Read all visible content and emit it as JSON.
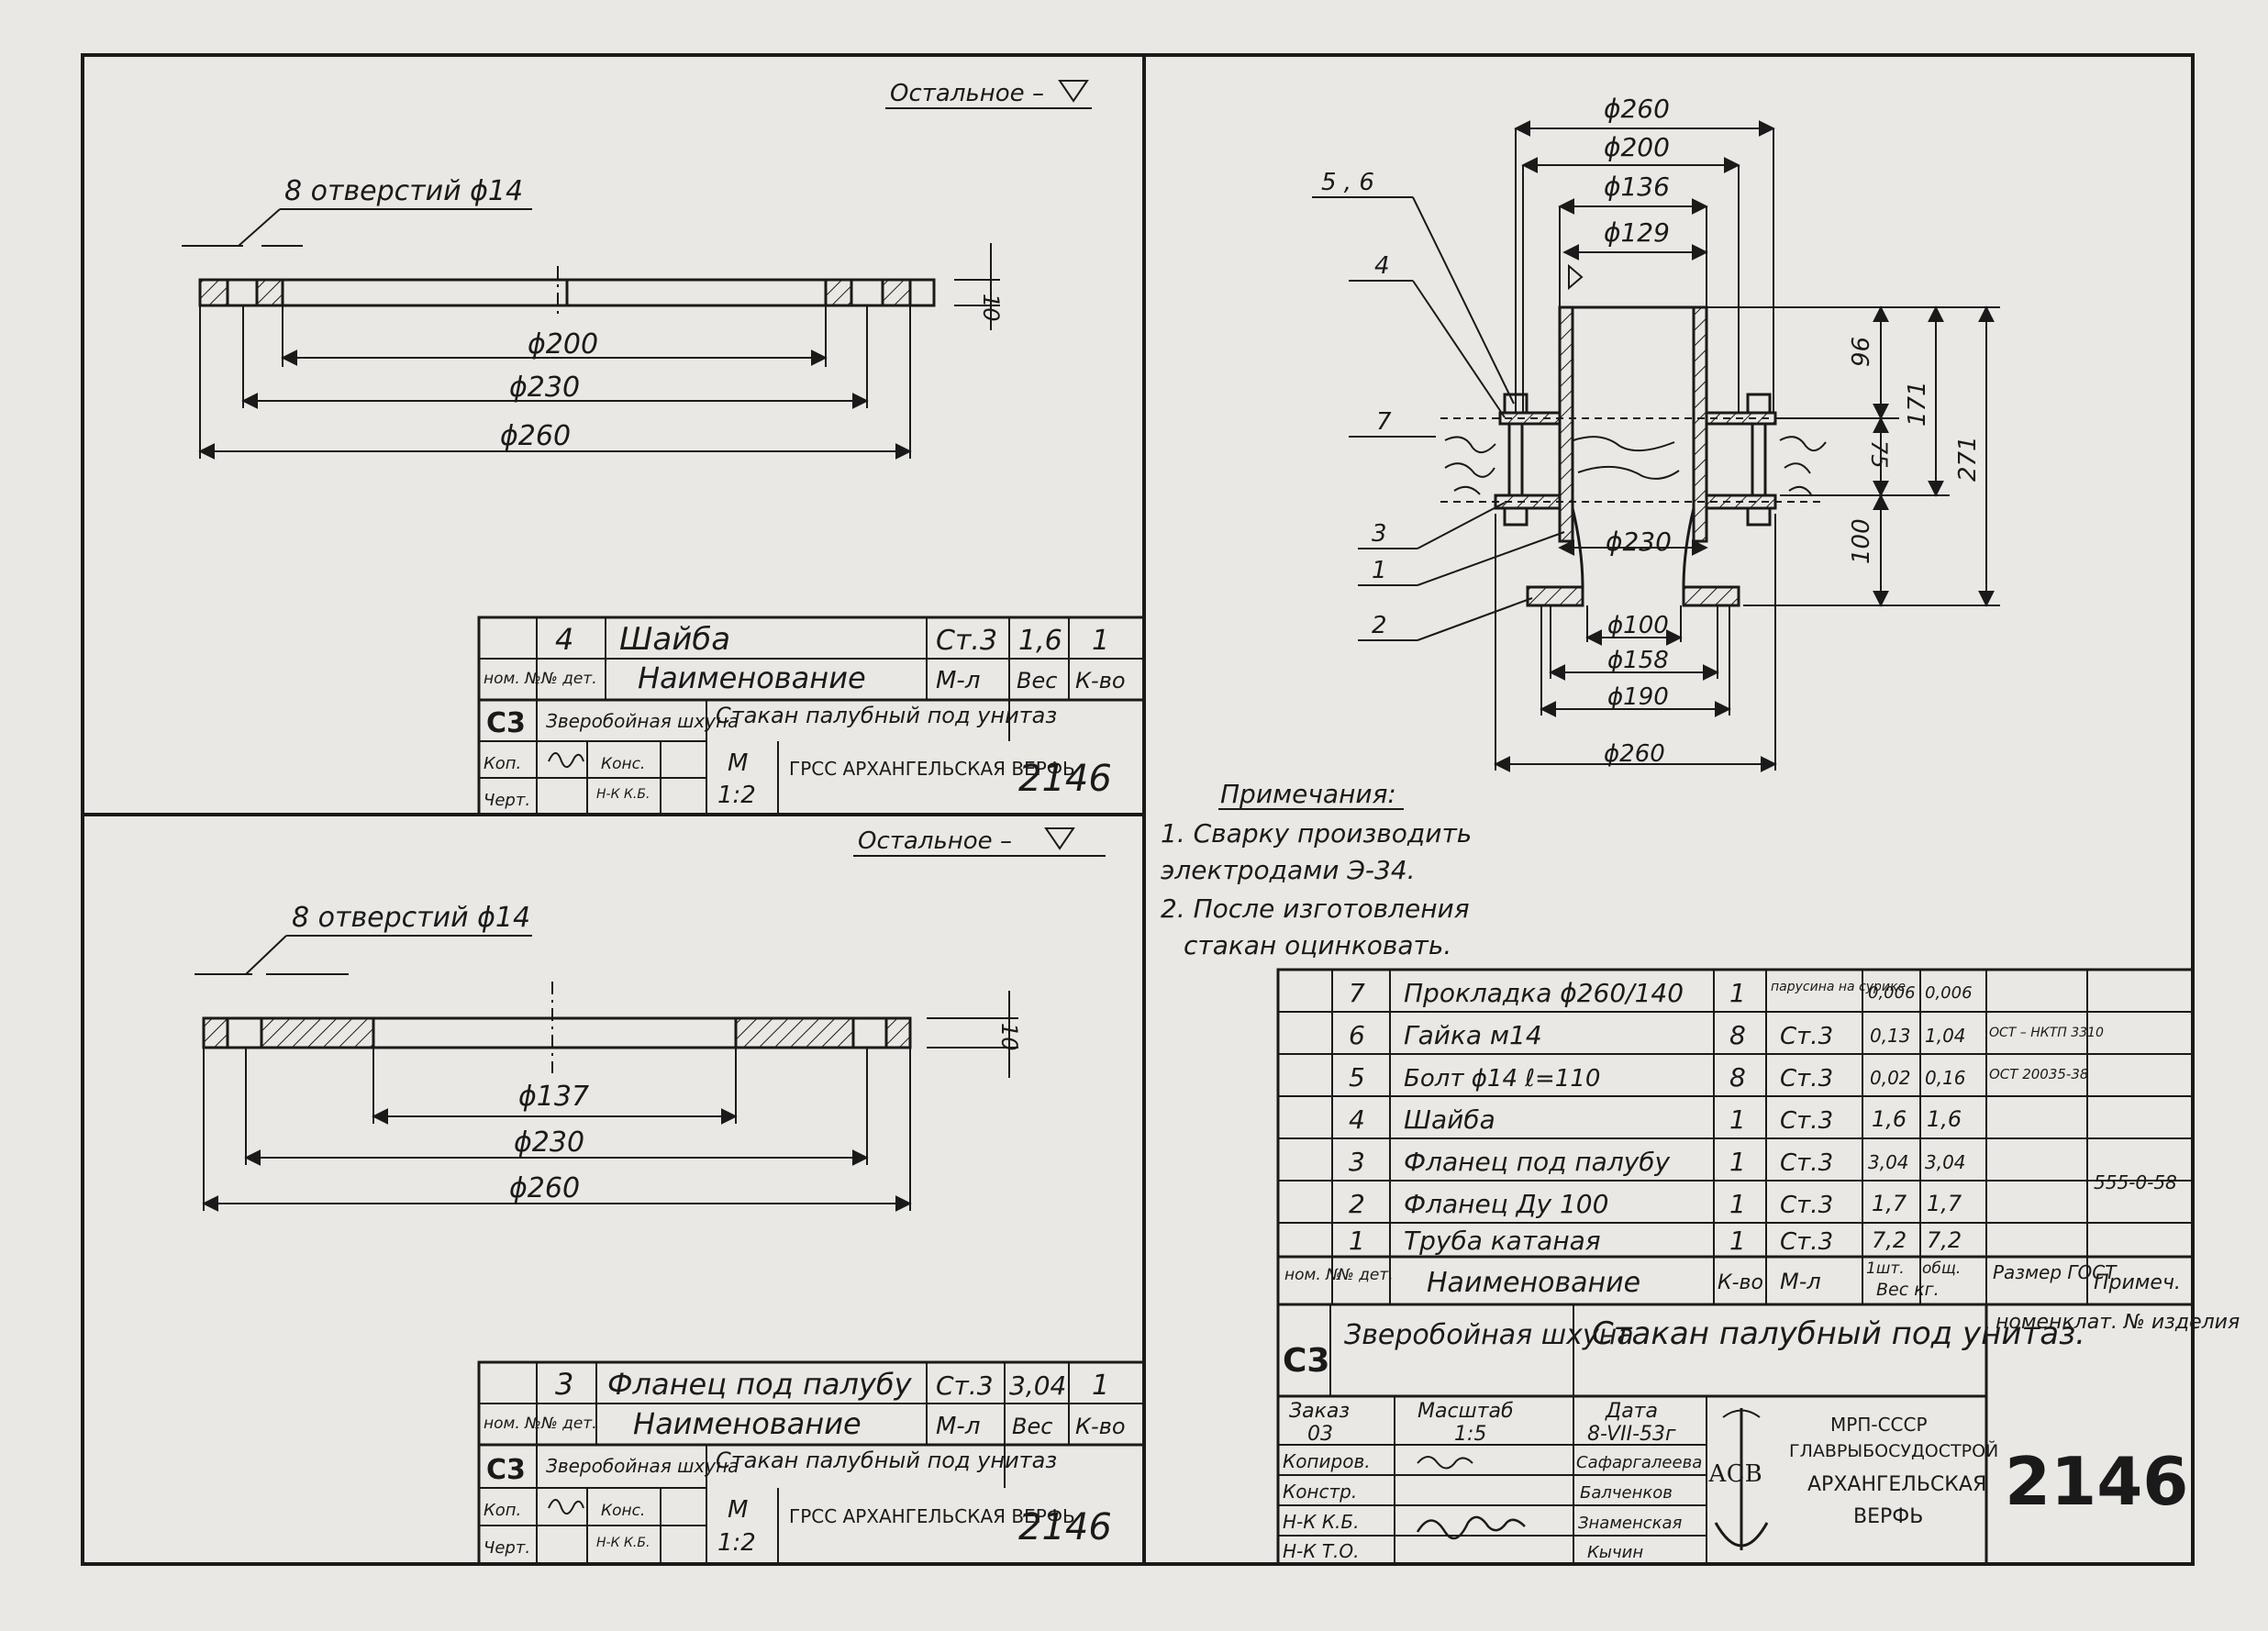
{
  "top_part": {
    "surface_note": "Остальное –",
    "holes": "8 отверстий ϕ14",
    "dims": [
      "ϕ200",
      "ϕ230",
      "ϕ260"
    ],
    "thickness": "10",
    "block": {
      "pos": "4",
      "name": "Шайба",
      "material": "Ст.3",
      "weight": "1,6",
      "qty": "1",
      "hdr_nom": "ном. №",
      "hdr_det": "№ дет.",
      "hdr_name": "Наименование",
      "hdr_mat": "М-л",
      "hdr_weight": "Вес",
      "hdr_qty": "К-во",
      "sheet": "С3",
      "vessel": "Зверобойная шхуна",
      "product": "Стакан палубный под унитаз",
      "kop": "Коп.",
      "chert": "Черт.",
      "kons": "Конс.",
      "nk": "Н-К К.Б.",
      "scale_m": "М",
      "scale": "1:2",
      "org": "ГРСС АРХАНГЕЛЬСКАЯ ВЕРФЬ",
      "number": "2146"
    }
  },
  "bottom_part": {
    "surface_note": "Остальное –",
    "holes": "8 отверстий ϕ14",
    "dims": [
      "ϕ137",
      "ϕ230",
      "ϕ260"
    ],
    "thickness": "10",
    "block": {
      "pos": "3",
      "name": "Фланец под палубу",
      "material": "Ст.3",
      "weight": "3,04",
      "qty": "1",
      "hdr_nom": "ном. №",
      "hdr_det": "№ дет.",
      "hdr_name": "Наименование",
      "hdr_mat": "М-л",
      "hdr_weight": "Вес",
      "hdr_qty": "К-во",
      "sheet": "С3",
      "vessel": "Зверобойная шхуна",
      "product": "Стакан палубный под унитаз",
      "kop": "Коп.",
      "chert": "Черт.",
      "kons": "Конс.",
      "nk": "Н-К К.Б.",
      "scale_m": "М",
      "scale": "1:2",
      "org": "ГРСС АРХАНГЕЛЬСКАЯ ВЕРФЬ",
      "number": "2146"
    }
  },
  "assembly": {
    "top_dims": [
      "ϕ260",
      "ϕ200",
      "ϕ136",
      "ϕ129"
    ],
    "mid_dim": "ϕ230",
    "bottom_dims": [
      "ϕ100",
      "ϕ158",
      "ϕ190",
      "ϕ260"
    ],
    "heights": [
      "96",
      "75",
      "100",
      "171",
      "271"
    ],
    "leaders": [
      "5 , 6",
      "4",
      "7",
      "3",
      "1",
      "2"
    ]
  },
  "notes": {
    "title": "Примечания:",
    "lines": [
      "1. Сварку производить",
      "электродами Э-34.",
      "2. После изготовления",
      "стакан оцинковать."
    ]
  },
  "spec": {
    "rows": [
      {
        "pos": "7",
        "name": "Прокладка ϕ260/140",
        "qty": "1",
        "mat": "парусина на сурике",
        "w1": "0,006",
        "w2": "0,006",
        "std": "",
        "note": ""
      },
      {
        "pos": "6",
        "name": "Гайка м14",
        "qty": "8",
        "mat": "Ст.3",
        "w1": "0,13",
        "w2": "1,04",
        "std": "ОСТ – НКТП 3310",
        "note": ""
      },
      {
        "pos": "5",
        "name": "Болт ϕ14 ℓ=110",
        "qty": "8",
        "mat": "Ст.3",
        "w1": "0,02",
        "w2": "0,16",
        "std": "ОСТ 20035-38",
        "note": ""
      },
      {
        "pos": "4",
        "name": "Шайба",
        "qty": "1",
        "mat": "Ст.3",
        "w1": "1,6",
        "w2": "1,6",
        "std": "",
        "note": ""
      },
      {
        "pos": "3",
        "name": "Фланец под палубу",
        "qty": "1",
        "mat": "Ст.3",
        "w1": "3,04",
        "w2": "3,04",
        "std": "",
        "note": ""
      },
      {
        "pos": "2",
        "name": "Фланец Ду 100",
        "qty": "1",
        "mat": "Ст.3",
        "w1": "1,7",
        "w2": "1,7",
        "std": "",
        "note": "555-0-58"
      },
      {
        "pos": "1",
        "name": "Труба катаная",
        "qty": "1",
        "mat": "Ст.3",
        "w1": "7,2",
        "w2": "7,2",
        "std": "",
        "note": ""
      }
    ],
    "headers": {
      "nom": "ном. №",
      "det": "№ дет.",
      "name": "Наименование",
      "qty": "К-во",
      "mat": "М-л",
      "w1": "1шт.",
      "w2": "общ.",
      "weight": "Вес кг.",
      "std": "Размер ГОСТ",
      "note": "Примеч."
    }
  },
  "title_block": {
    "sheet": "С3",
    "vessel": "Зверобойная шхуна",
    "product": "Стакан палубный под унитаз.",
    "nomenclature": "номенклат. № изделия",
    "order_label": "Заказ",
    "order": "03",
    "scale_label": "Масштаб",
    "scale": "1:5",
    "date_label": "Дата",
    "date": "8-VII-53г",
    "roles": [
      "Копиров.",
      "Констр.",
      "Н-К К.Б.",
      "Н-К Т.О."
    ],
    "names": [
      "Сафаргалеева",
      "Балченков",
      "Знаменская",
      "Кычин"
    ],
    "logo": "АСВ",
    "org": [
      "МРП-СССР",
      "ГЛАВРЫБОСУДОСТРОЙ",
      "АРХАНГЕЛЬСКАЯ",
      "ВЕРФЬ"
    ],
    "number": "2146"
  }
}
